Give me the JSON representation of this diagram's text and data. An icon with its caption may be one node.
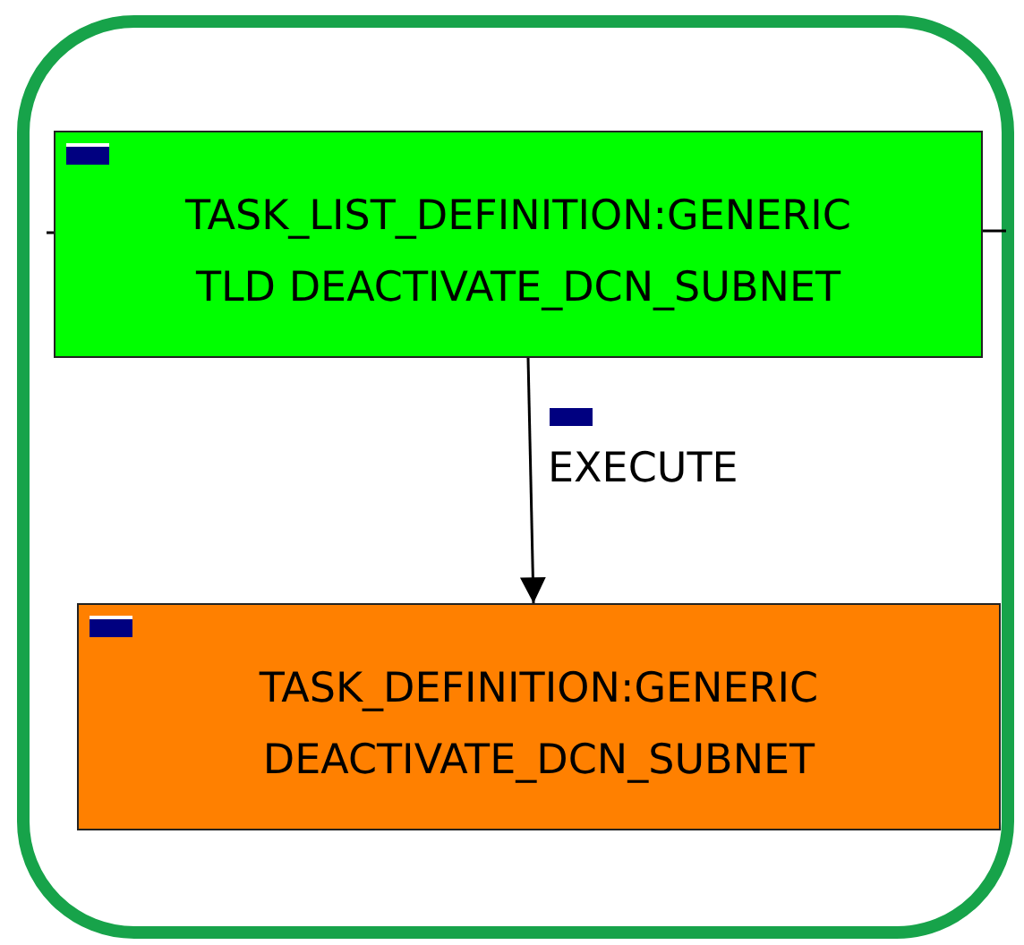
{
  "diagram": {
    "nodes": [
      {
        "text": [
          "TASK_LIST_DEFINITION:GENERIC",
          "TLD DEACTIVATE_DCN_SUBNET"
        ]
      },
      {
        "text": [
          "TASK_DEFINITION:GENERIC",
          "DEACTIVATE_DCN_SUBNET"
        ]
      }
    ],
    "edges": [
      {
        "from": 0,
        "to": 1,
        "arrow": "to",
        "label": "EXECUTE"
      }
    ]
  }
}
